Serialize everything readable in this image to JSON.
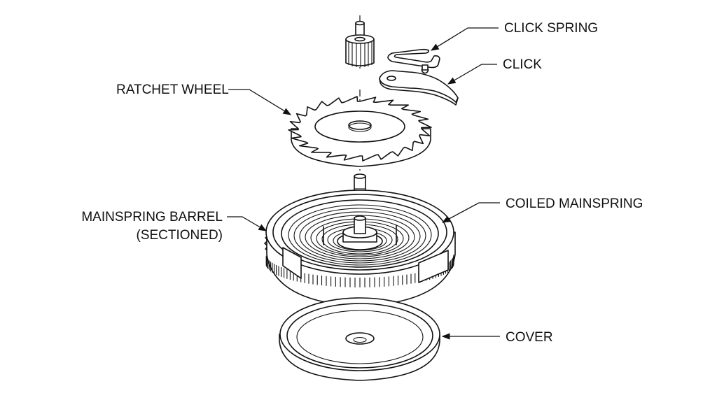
{
  "labels": {
    "click_spring": "CLICK SPRING",
    "click": "CLICK",
    "ratchet_wheel": "RATCHET WHEEL",
    "coiled_mainspring": "COILED MAINSPRING",
    "mainspring_barrel_line1": "MAINSPRING BARREL",
    "mainspring_barrel_line2": "(SECTIONED)",
    "cover": "COVER"
  },
  "colors": {
    "ink": "#111111",
    "background": "#ffffff"
  }
}
